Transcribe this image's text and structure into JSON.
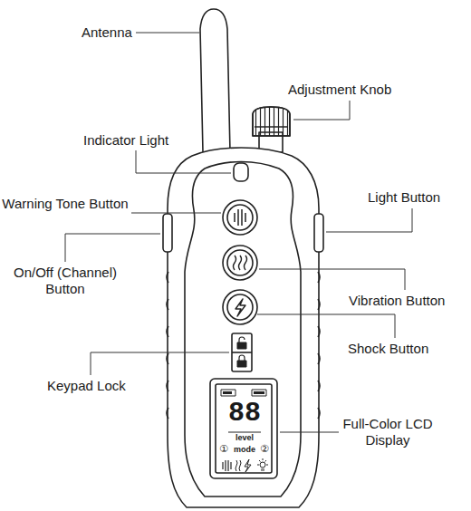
{
  "diagram": {
    "labels": [
      "Antenna",
      "Adjustment Knob",
      "Indicator Light",
      "Warning Tone Button",
      "Light Button",
      "On/Off (Channel) Button",
      "Vibration Button",
      "Shock Button",
      "Keypad Lock",
      "Full-Color LCD Display",
      "88",
      "level",
      "①",
      "mode",
      "②"
    ]
  }
}
